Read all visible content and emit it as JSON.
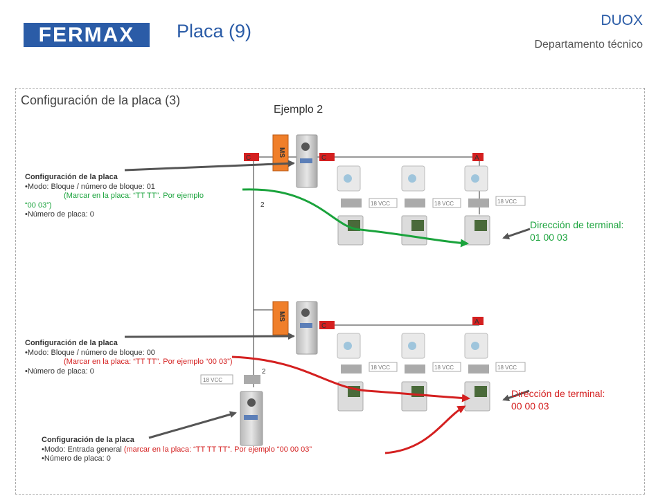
{
  "header": {
    "logo_text": "FERMAX",
    "title": "Placa (9)",
    "brand": "DUOX",
    "department": "Departamento técnico"
  },
  "section": {
    "title": "Configuración de la placa (3)",
    "example": "Ejemplo 2"
  },
  "notes": {
    "top": {
      "heading": "Configuración de la placa",
      "line1": "•Modo: Bloque / número de bloque: 01",
      "line2": "(Marcar en la placa: “TT TT”.  Por ejemplo",
      "line3": "“00 03”)",
      "line4": "•Número de placa: 0"
    },
    "middle": {
      "heading": "Configuración de la placa",
      "line1": "•Modo: Bloque / número de bloque: 00",
      "line2": "(Marcar en la placa: “TT TT”.  Por ejemplo  “00 03”)",
      "line3": "•Número de placa: 0"
    },
    "bottom": {
      "heading": "Configuración de la placa",
      "line1a": "•Modo: Entrada general",
      "line1b": " (marcar en la placa: “TT TT TT”.  Por ejemplo  “00 00  03”",
      "line2": "•Número de placa: 0"
    }
  },
  "addresses": {
    "top": {
      "label": "Dirección de terminal:",
      "value": "01 00 03"
    },
    "bottom": {
      "label": "Dirección de terminal:",
      "value": "00 00 03"
    }
  },
  "diagram": {
    "ms_label": "MS",
    "c_label": "C",
    "a_label": "A",
    "vcc_label": "18 VCC",
    "wire_label": "2",
    "colors": {
      "green": "#1aa33c",
      "red": "#d42020",
      "arrow": "#555555",
      "ms": "#f07f2a",
      "brand": "#2b5ca7"
    }
  }
}
